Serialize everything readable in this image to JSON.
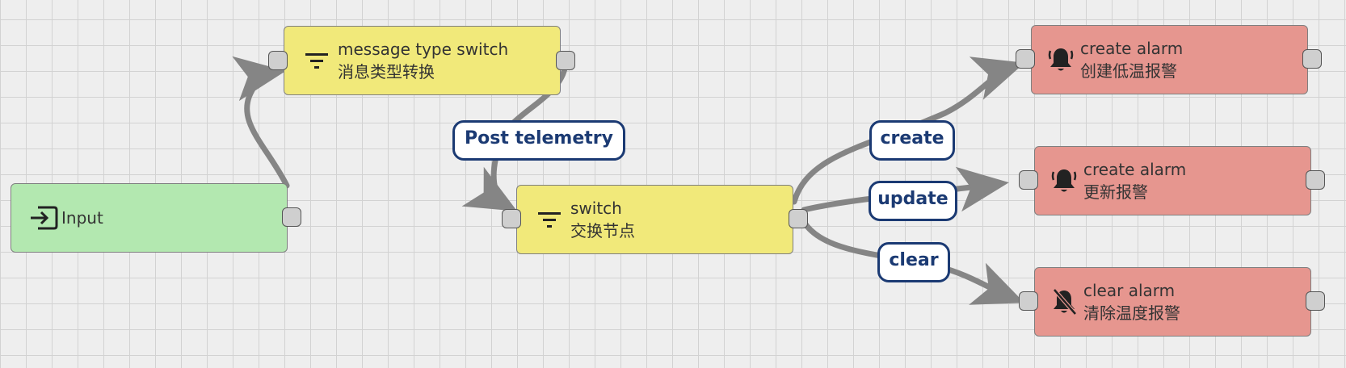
{
  "colors": {
    "input_node": "#b3e8b0",
    "filter_node": "#f1e97a",
    "action_node": "#e6968f",
    "edge": "#858585",
    "label_border": "#1b3a73",
    "label_text": "#1b3a73",
    "grid": "#d2d2d2",
    "background": "#eeeeee"
  },
  "nodes": {
    "input": {
      "label": "Input",
      "icon": "input-icon"
    },
    "message_type_switch": {
      "type": "message type switch",
      "name": "消息类型转换",
      "icon": "filter-icon"
    },
    "switch": {
      "type": "switch",
      "name": "交换节点",
      "icon": "filter-icon"
    },
    "create_low_temp_alarm": {
      "type": "create alarm",
      "name": "创建低温报警",
      "icon": "bell-icon"
    },
    "update_alarm": {
      "type": "create alarm",
      "name": "更新报警",
      "icon": "bell-icon"
    },
    "clear_temp_alarm": {
      "type": "clear alarm",
      "name": "清除温度报警",
      "icon": "bell-off-icon"
    }
  },
  "edges": {
    "post_telemetry": {
      "label": "Post telemetry"
    },
    "create": {
      "label": "create"
    },
    "update": {
      "label": "update"
    },
    "clear": {
      "label": "clear"
    }
  }
}
